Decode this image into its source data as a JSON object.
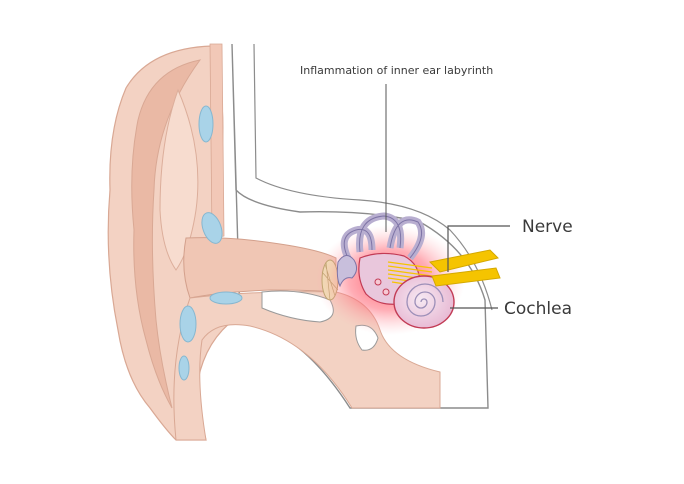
{
  "labels": {
    "inflammation": "Inflammation of inner ear labyrinth",
    "nerve": "Nerve",
    "cochlea": "Cochlea"
  },
  "colors": {
    "skin": "#f3d2c3",
    "skin_shadow": "#e8b9a4",
    "canal": "#f0c6b4",
    "outline": "#8c8c8c",
    "cartilage": "#a9d3e8",
    "bone_white": "#ffffff",
    "labyrinth": "#b8aed0",
    "inflammation_red": "#e8283c",
    "nerve_yellow": "#f5c400",
    "leader_line": "#555555"
  }
}
